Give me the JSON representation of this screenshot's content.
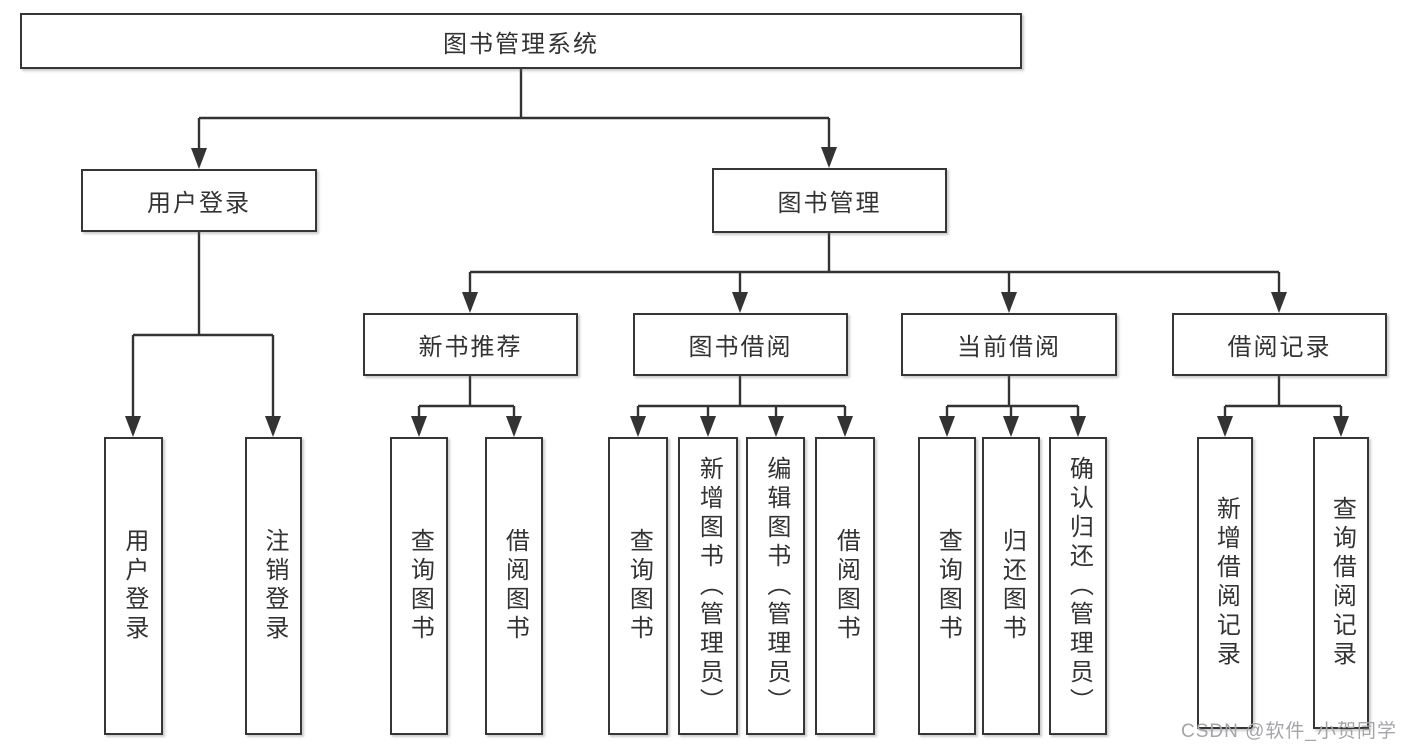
{
  "title": "图书管理系统",
  "user_login": {
    "label": "用户登录",
    "children": [
      {
        "label": "用户登录"
      },
      {
        "label": "注销登录"
      }
    ]
  },
  "book_management": {
    "label": "图书管理",
    "groups": [
      {
        "label": "新书推荐",
        "children": [
          {
            "label": "查询图书"
          },
          {
            "label": "借阅图书"
          }
        ]
      },
      {
        "label": "图书借阅",
        "children": [
          {
            "label": "查询图书"
          },
          {
            "label": "新增图书（管理员）"
          },
          {
            "label": "编辑图书（管理员）"
          },
          {
            "label": "借阅图书"
          }
        ]
      },
      {
        "label": "当前借阅",
        "children": [
          {
            "label": "查询图书"
          },
          {
            "label": "归还图书"
          },
          {
            "label": "确认归还（管理员）"
          }
        ]
      },
      {
        "label": "借阅记录",
        "children": [
          {
            "label": "新增借阅记录"
          },
          {
            "label": "查询借阅记录"
          }
        ]
      }
    ]
  },
  "watermark": {
    "text": "CSDN @软件_小贺同学"
  },
  "colors": {
    "line": "#333333",
    "box_border": "#363636",
    "text": "#333333",
    "watermark": "#a5a5a9",
    "background": "#ffffff"
  }
}
